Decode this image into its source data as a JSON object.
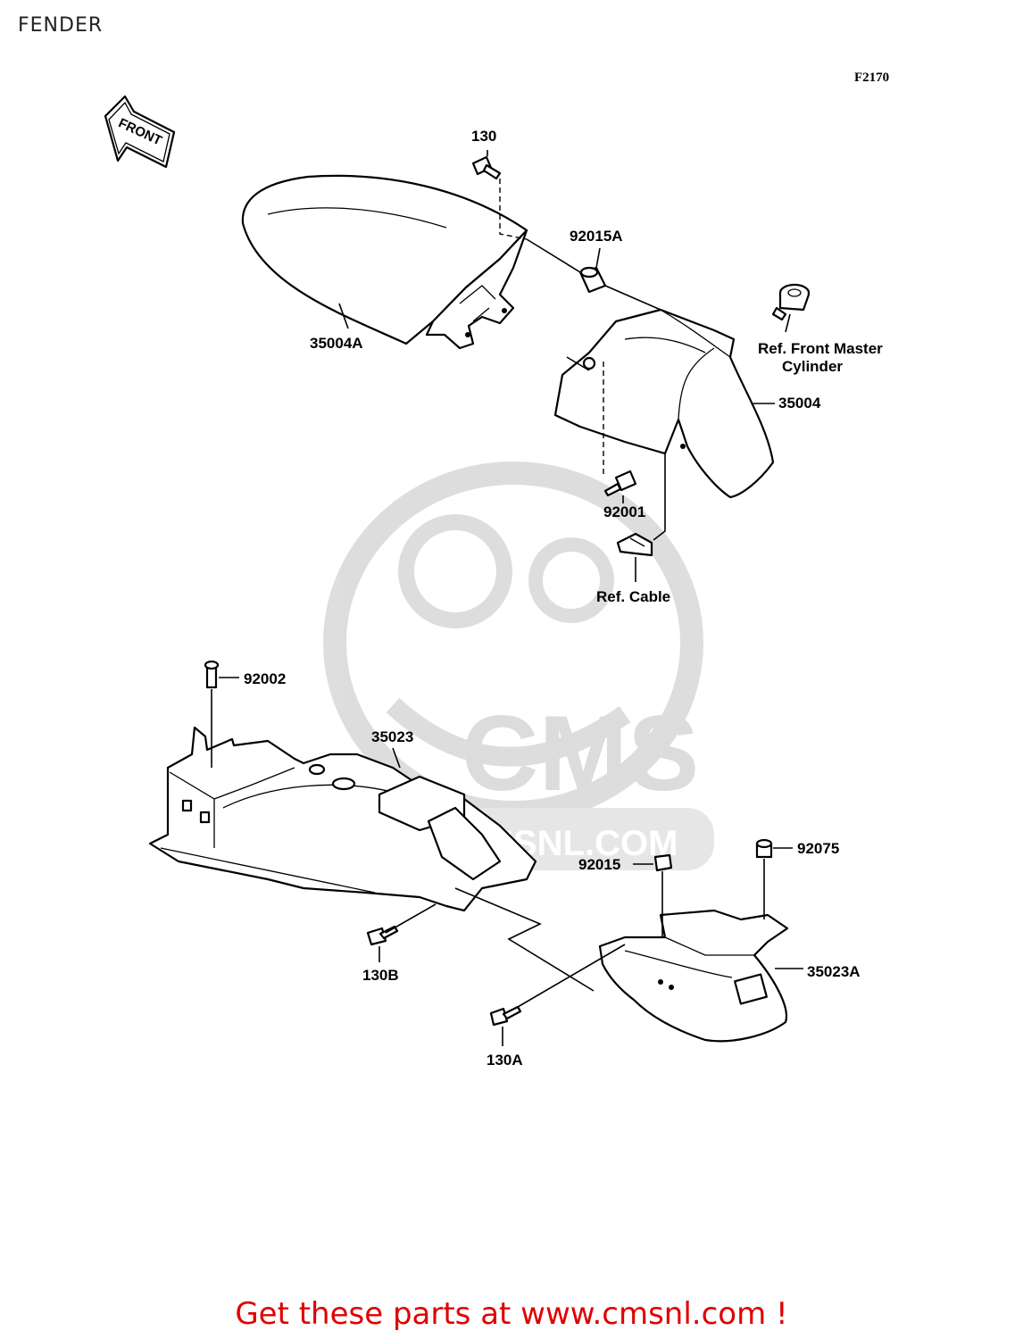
{
  "page": {
    "title": "FENDER",
    "diagram_code": "F2170"
  },
  "front_arrow": {
    "label": "FRONT"
  },
  "labels": {
    "p130": "130",
    "p92015A": "92015A",
    "p35004A": "35004A",
    "ref_master_1": "Ref. Front Master",
    "ref_master_2": "Cylinder",
    "p35004": "35004",
    "p92001": "92001",
    "ref_cable": "Ref. Cable",
    "p92002": "92002",
    "p35023": "35023",
    "p92015": "92015",
    "p92075": "92075",
    "p130B": "130B",
    "p35023A": "35023A",
    "p130A": "130A"
  },
  "watermark": {
    "brand": "CMS",
    "url": "WWW.CMSNL.COM"
  },
  "call_to_action": "Get these parts at www.cmsnl.com !",
  "colors": {
    "cta": "#e00000",
    "watermark": "#d8d8d8"
  }
}
